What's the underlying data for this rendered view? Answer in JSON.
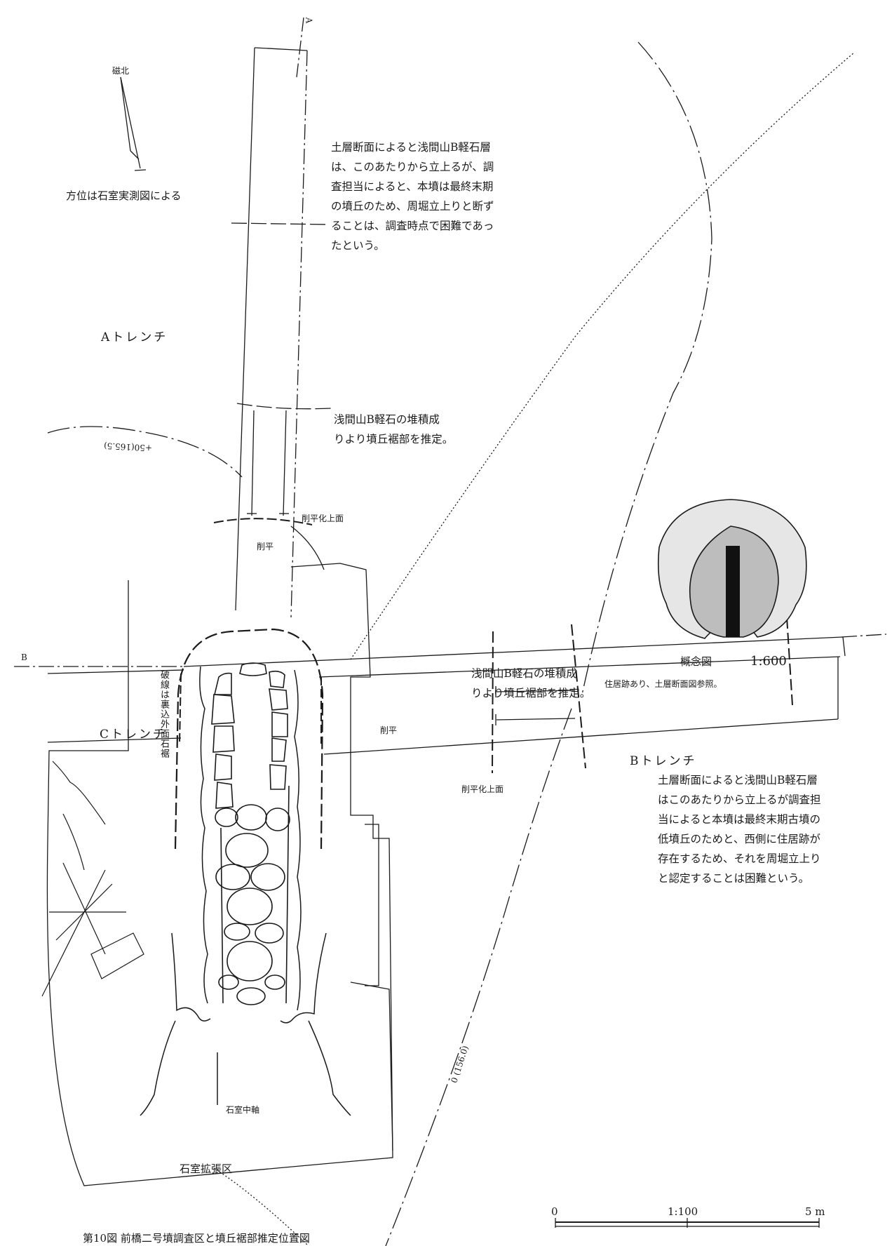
{
  "north": {
    "label": "磁北",
    "caption": "方位は石室実測図による"
  },
  "axis_labels": {
    "a": "A",
    "b": "B"
  },
  "trenches": {
    "a": "Aトレンチ",
    "b": "Bトレンチ",
    "c": "Cトレンチ"
  },
  "notes": {
    "top_right": "土層断面によると浅間山B軽石層\nは、このあたりから立上るが、調\n査担当によると、本墳は最終末期\nの墳丘のため、周堀立上りと断ず\nることは、調査時点で困難であっ\nたという。",
    "mound_edge_a": "浅間山B軽石の堆積成\nりより墳丘裾部を推定。",
    "mound_edge_b": "浅間山B軽石の堆積成\nりより墳丘裾部を推定。",
    "bottom_right": "土層断面によると浅間山B軽石層\nはこのあたりから立上るが調査担\n当によると本墳は最終末期古墳の\n低墳丘のためと、西側に住居跡が\n存在するため、それを周堀立上り\nと認定することは困難という。",
    "dwelling": "住居跡あり、土層断面図参照。"
  },
  "labels": {
    "shaved_top_a": "削平化上面",
    "shaved_a": "削平",
    "shaved_b": "削平",
    "shaved_top_b": "削平化上面",
    "dashed_line_note": "破線は裏込外面石裾",
    "chamber_axis": "石室中軸",
    "chamber_extension": "石室拡張区"
  },
  "contours": {
    "upper": "+50(165.5)",
    "lower": "0 (156.0)"
  },
  "concept": {
    "label": "概念図",
    "scale": "1:600"
  },
  "scale_bar": {
    "start": "0",
    "ratio": "1:100",
    "end": "5 m"
  },
  "caption": "第10図 前橋二号墳調査区と墳丘裾部推定位置図",
  "colors": {
    "ink": "#1a1a1a",
    "mound_outer": "#e6e6e6",
    "mound_inner": "#bdbdbd",
    "chamber": "#111111"
  }
}
